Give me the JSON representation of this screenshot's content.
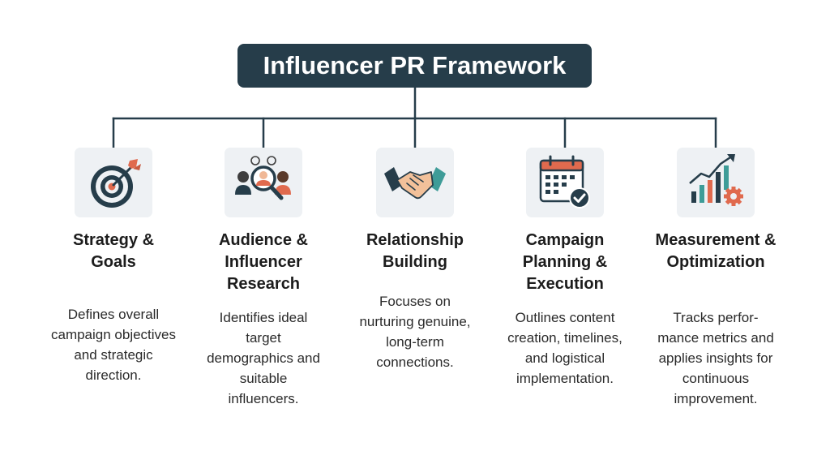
{
  "title": "Influencer PR Framework",
  "colors": {
    "title_bg": "#263d4a",
    "connector": "#263d4a",
    "icon_tile_bg": "#eef1f4",
    "accent_red": "#e06a4e",
    "accent_teal": "#3e9c98",
    "accent_dark": "#263d4a"
  },
  "pillars": [
    {
      "title": "Strategy &\nGoals",
      "description": "Defines overall\ncampaign objectives\nand strategic\ndirection.",
      "icon": "target-icon"
    },
    {
      "title": "Audience &\nInfluencer\nResearch",
      "description": "Identifies ideal\ntarget\ndemographics and\nsuitable\ninfluencers.",
      "icon": "audience-search-icon"
    },
    {
      "title": "Relationship\nBuilding",
      "description": "Focuses on\nnurturing genuine,\nlong-term\nconnections.",
      "icon": "handshake-icon"
    },
    {
      "title": "Campaign\nPlanning &\nExecution",
      "description": "Outlines content\ncreation, timelines,\nand logistical\nimplementation.",
      "icon": "calendar-check-icon"
    },
    {
      "title": "Measurement &\nOptimization",
      "description": "Tracks perfor-\nmance metrics and\napplies insights for\ncontinuous\nimprovement.",
      "icon": "growth-chart-gear-icon"
    }
  ]
}
